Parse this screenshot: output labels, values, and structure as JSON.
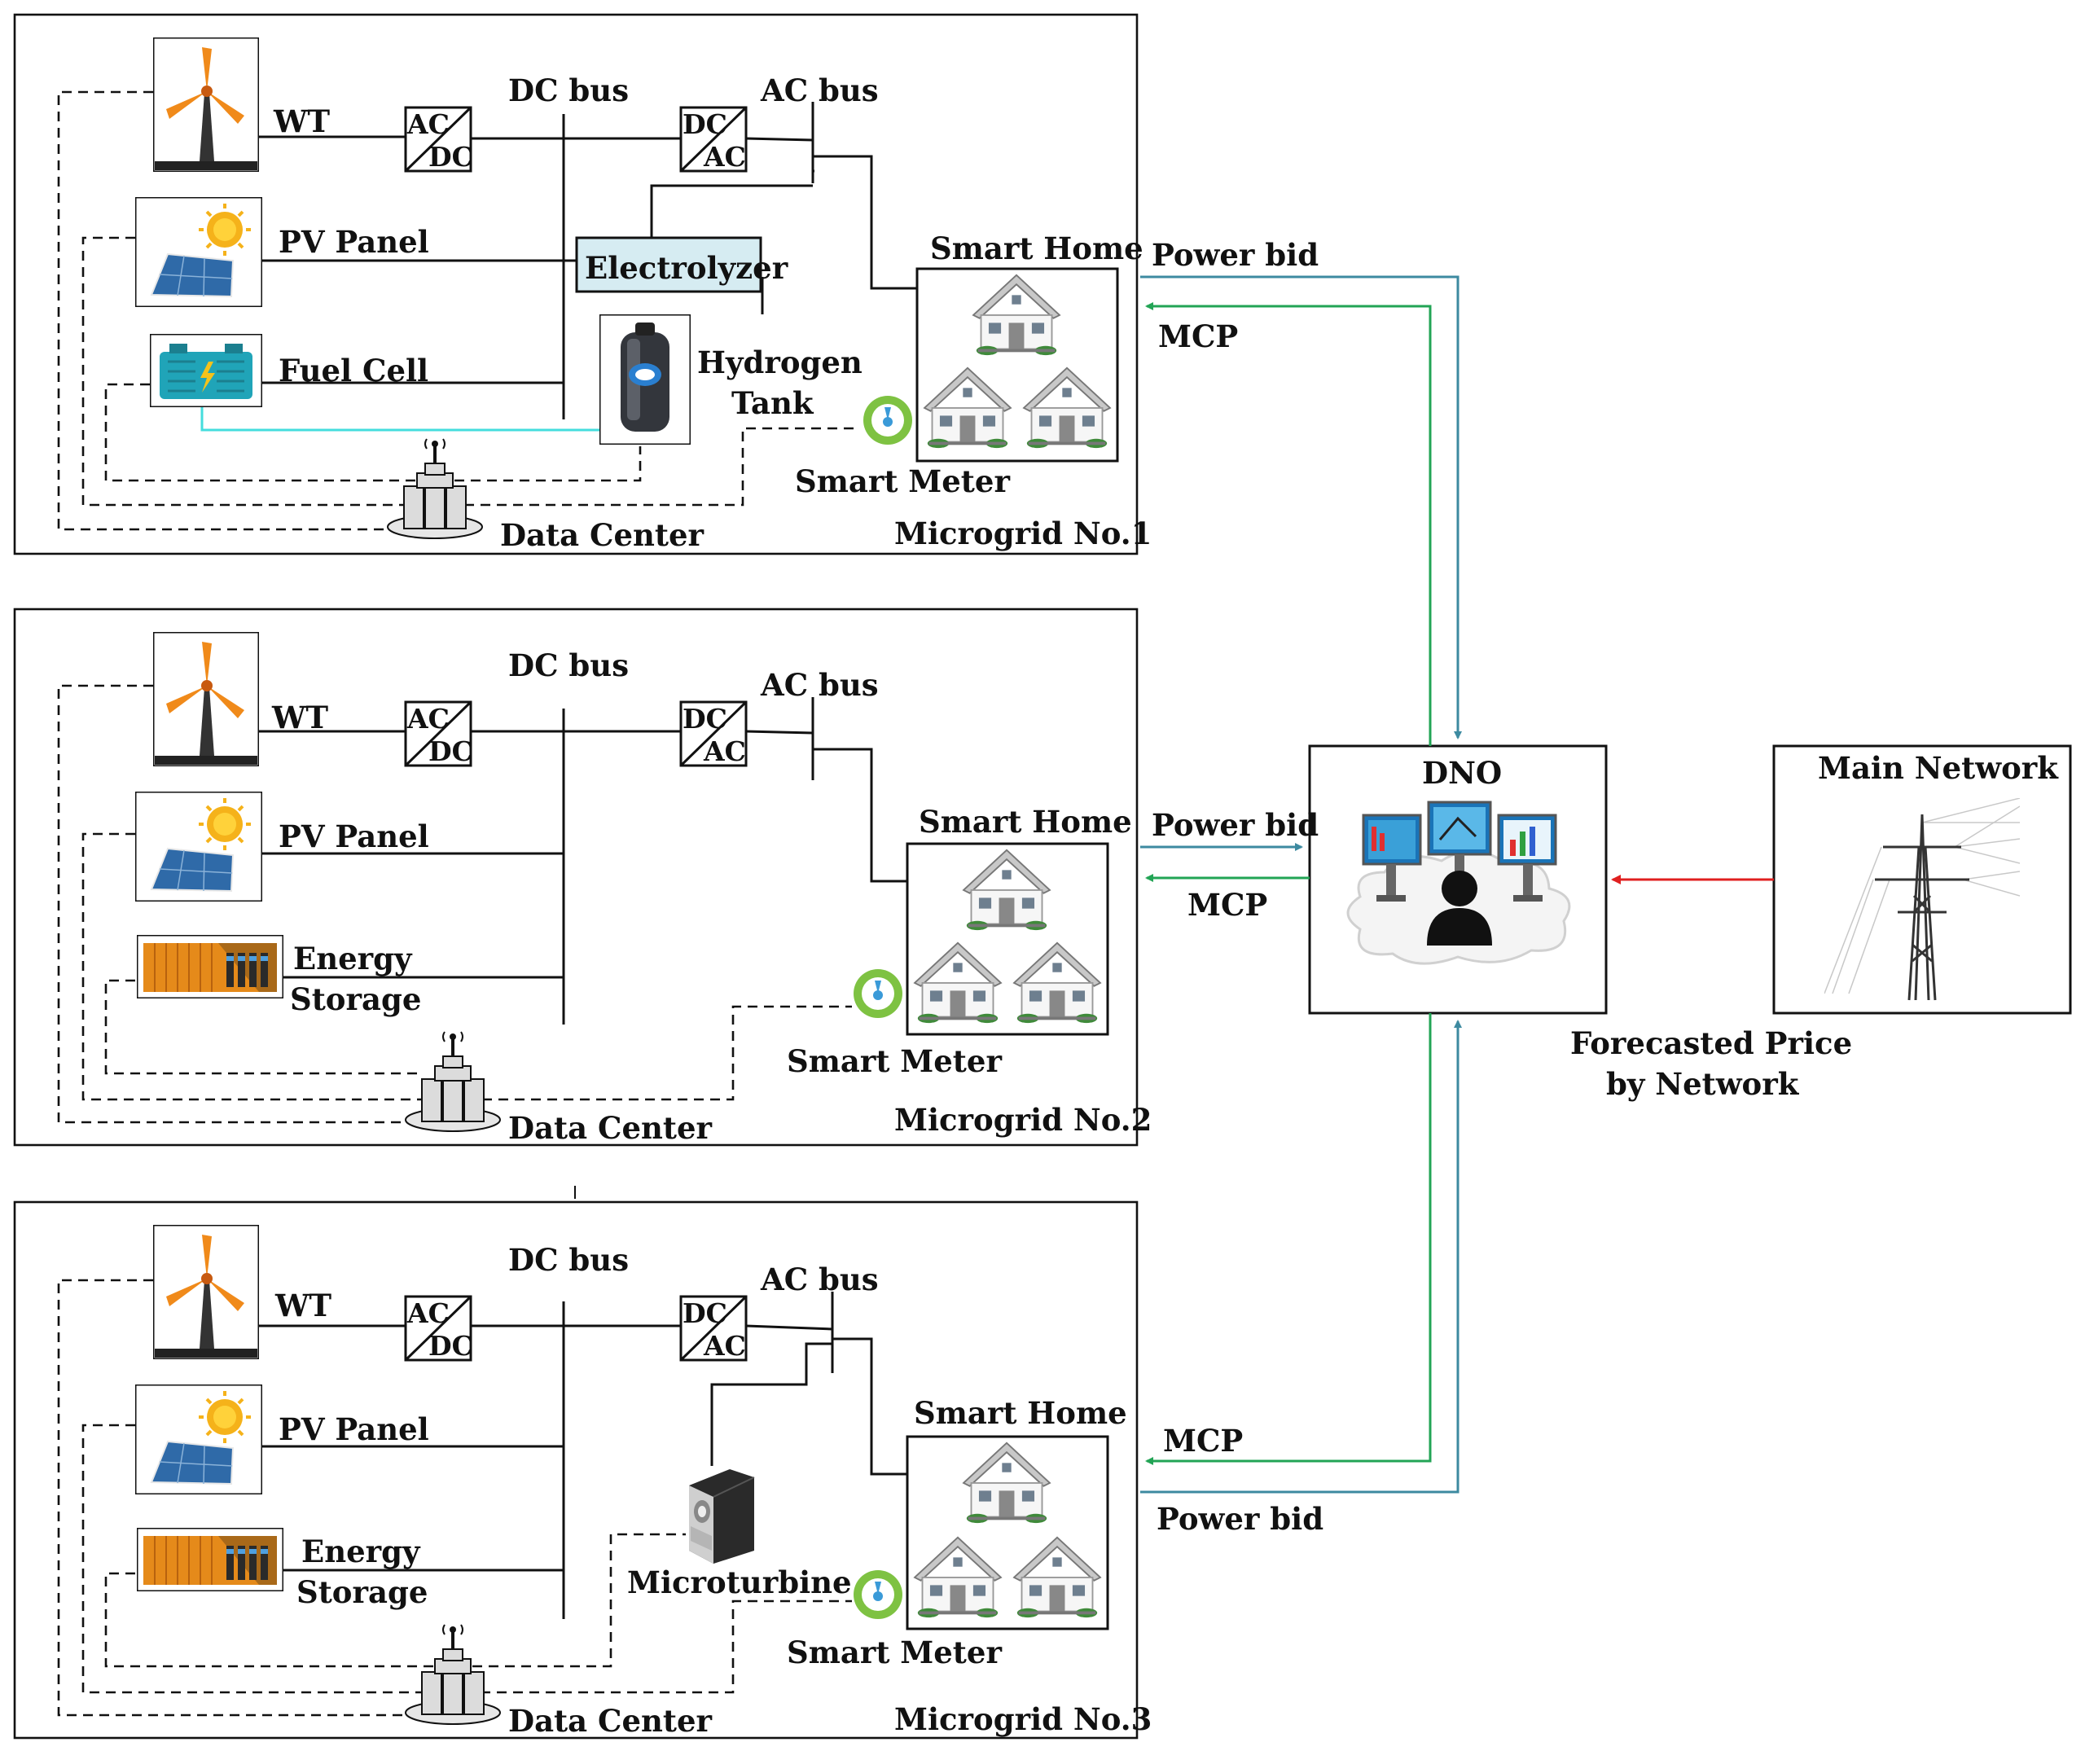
{
  "colors": {
    "power_bid_line": "#3d8aa0",
    "mcp_line": "#22a455",
    "forecast_line": "#e02020",
    "hydrogen_line": "#44dddd",
    "electrolyzer_fill": "#d6ecf2"
  },
  "microgrids": [
    {
      "title": "Microgrid No.1",
      "wt": "WT",
      "pv": "PV Panel",
      "third_source": "Fuel Cell",
      "dc_bus": "DC bus",
      "ac_bus": "AC bus",
      "conv1_top": "AC",
      "conv1_bottom": "DC",
      "conv2_top": "DC",
      "conv2_bottom": "AC",
      "electrolyzer": "Electrolyzer",
      "hydrogen_tank_line1": "Hydrogen",
      "hydrogen_tank_line2": "Tank",
      "smart_home": "Smart Home",
      "smart_meter": "Smart Meter",
      "data_center": "Data Center",
      "power_bid": "Power bid",
      "mcp": "MCP"
    },
    {
      "title": "Microgrid No.2",
      "wt": "WT",
      "pv": "PV Panel",
      "storage_line1": "Energy",
      "storage_line2": "Storage",
      "dc_bus": "DC bus",
      "ac_bus": "AC bus",
      "conv1_top": "AC",
      "conv1_bottom": "DC",
      "conv2_top": "DC",
      "conv2_bottom": "AC",
      "smart_home": "Smart Home",
      "smart_meter": "Smart Meter",
      "data_center": "Data Center",
      "power_bid": "Power bid",
      "mcp": "MCP"
    },
    {
      "title": "Microgrid No.3",
      "wt": "WT",
      "pv": "PV Panel",
      "storage_line1": "Energy",
      "storage_line2": "Storage",
      "microturbine": "Microturbine",
      "dc_bus": "DC bus",
      "ac_bus": "AC bus",
      "conv1_top": "AC",
      "conv1_bottom": "DC",
      "conv2_top": "DC",
      "conv2_bottom": "AC",
      "smart_home": "Smart Home",
      "smart_meter": "Smart Meter",
      "data_center": "Data Center",
      "power_bid": "Power bid",
      "mcp": "MCP"
    }
  ],
  "dno": {
    "label": "DNO"
  },
  "main_network": {
    "label": "Main Network"
  },
  "forecast": {
    "line1": "Forecasted Price",
    "line2": "by Network"
  }
}
